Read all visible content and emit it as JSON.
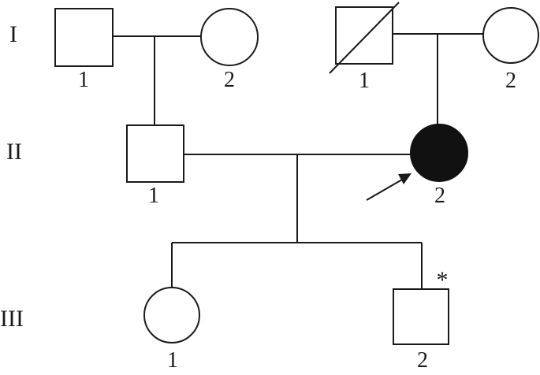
{
  "generations": {
    "g1": "I",
    "g2": "II",
    "g3": "III"
  },
  "individuals": {
    "I_1_left": {
      "label": "1",
      "sex": "male",
      "affected": false,
      "deceased": false
    },
    "I_2_left": {
      "label": "2",
      "sex": "female",
      "affected": false,
      "deceased": false
    },
    "I_1_right": {
      "label": "1",
      "sex": "male",
      "affected": false,
      "deceased": true
    },
    "I_2_right": {
      "label": "2",
      "sex": "female",
      "affected": false,
      "deceased": false
    },
    "II_1": {
      "label": "1",
      "sex": "male",
      "affected": false,
      "deceased": false
    },
    "II_2": {
      "label": "2",
      "sex": "female",
      "affected": true,
      "deceased": false,
      "proband": true
    },
    "III_1": {
      "label": "1",
      "sex": "female",
      "affected": false,
      "deceased": false
    },
    "III_2": {
      "label": "2",
      "sex": "male",
      "affected": false,
      "deceased": false,
      "marker": "*"
    }
  },
  "colors": {
    "line": "#1a1a1a",
    "affected_fill": "#111111",
    "unaffected_fill": "#ffffff"
  }
}
